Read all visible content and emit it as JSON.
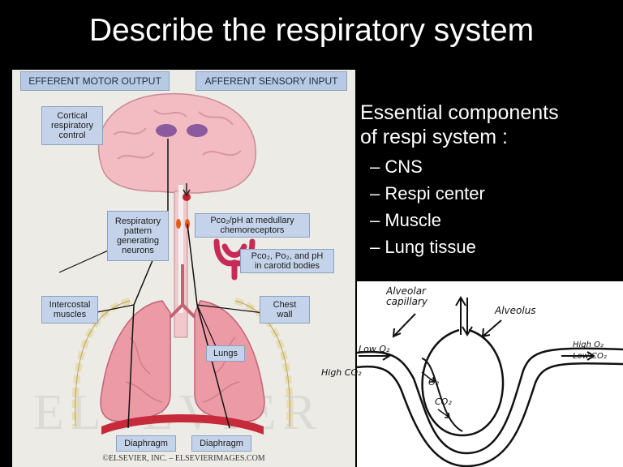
{
  "slide": {
    "title": "Describe the respiratory system"
  },
  "left_figure": {
    "header_efferent": "EFFERENT MOTOR OUTPUT",
    "header_afferent": "AFFERENT SENSORY INPUT",
    "labels": {
      "cortical": "Cortical\nrespiratory\ncontrol",
      "pattern": "Respiratory\npattern\ngenerating\nneurons",
      "medullary": "Pco₂/pH at medullary\nchemoreceptors",
      "carotid": "Pco₂, Po₂, and pH\nin carotid bodies",
      "intercostal": "Intercostal\nmuscles",
      "chest_wall": "Chest\nwall",
      "lungs": "Lungs",
      "diaphragm_left": "Diaphragm",
      "diaphragm_right": "Diaphragm"
    },
    "watermark": "ELSEVIER",
    "copyright": "©ELSEVIER, INC. – ELSEVIERIMAGES.COM"
  },
  "text_panel": {
    "heading": "Essential components\nof respi system :",
    "items": [
      "– CNS",
      "– Respi center",
      "– Muscle",
      "– Lung tissue"
    ]
  },
  "right_figure": {
    "capillary": "Alveolar\ncapillary",
    "alveolus": "Alveolus",
    "low_o2": "Low O₂",
    "high_co2": "High CO₂",
    "high_o2": "High O₂",
    "low_co2": "Low CO₂",
    "o2": "O₂",
    "co2": "CO₂"
  },
  "colors": {
    "background": "#000000",
    "brain": "#f2bcc2",
    "lung": "#eb9aa6",
    "label_box": "#c4d3e9",
    "header_box": "#b8c9e3"
  }
}
